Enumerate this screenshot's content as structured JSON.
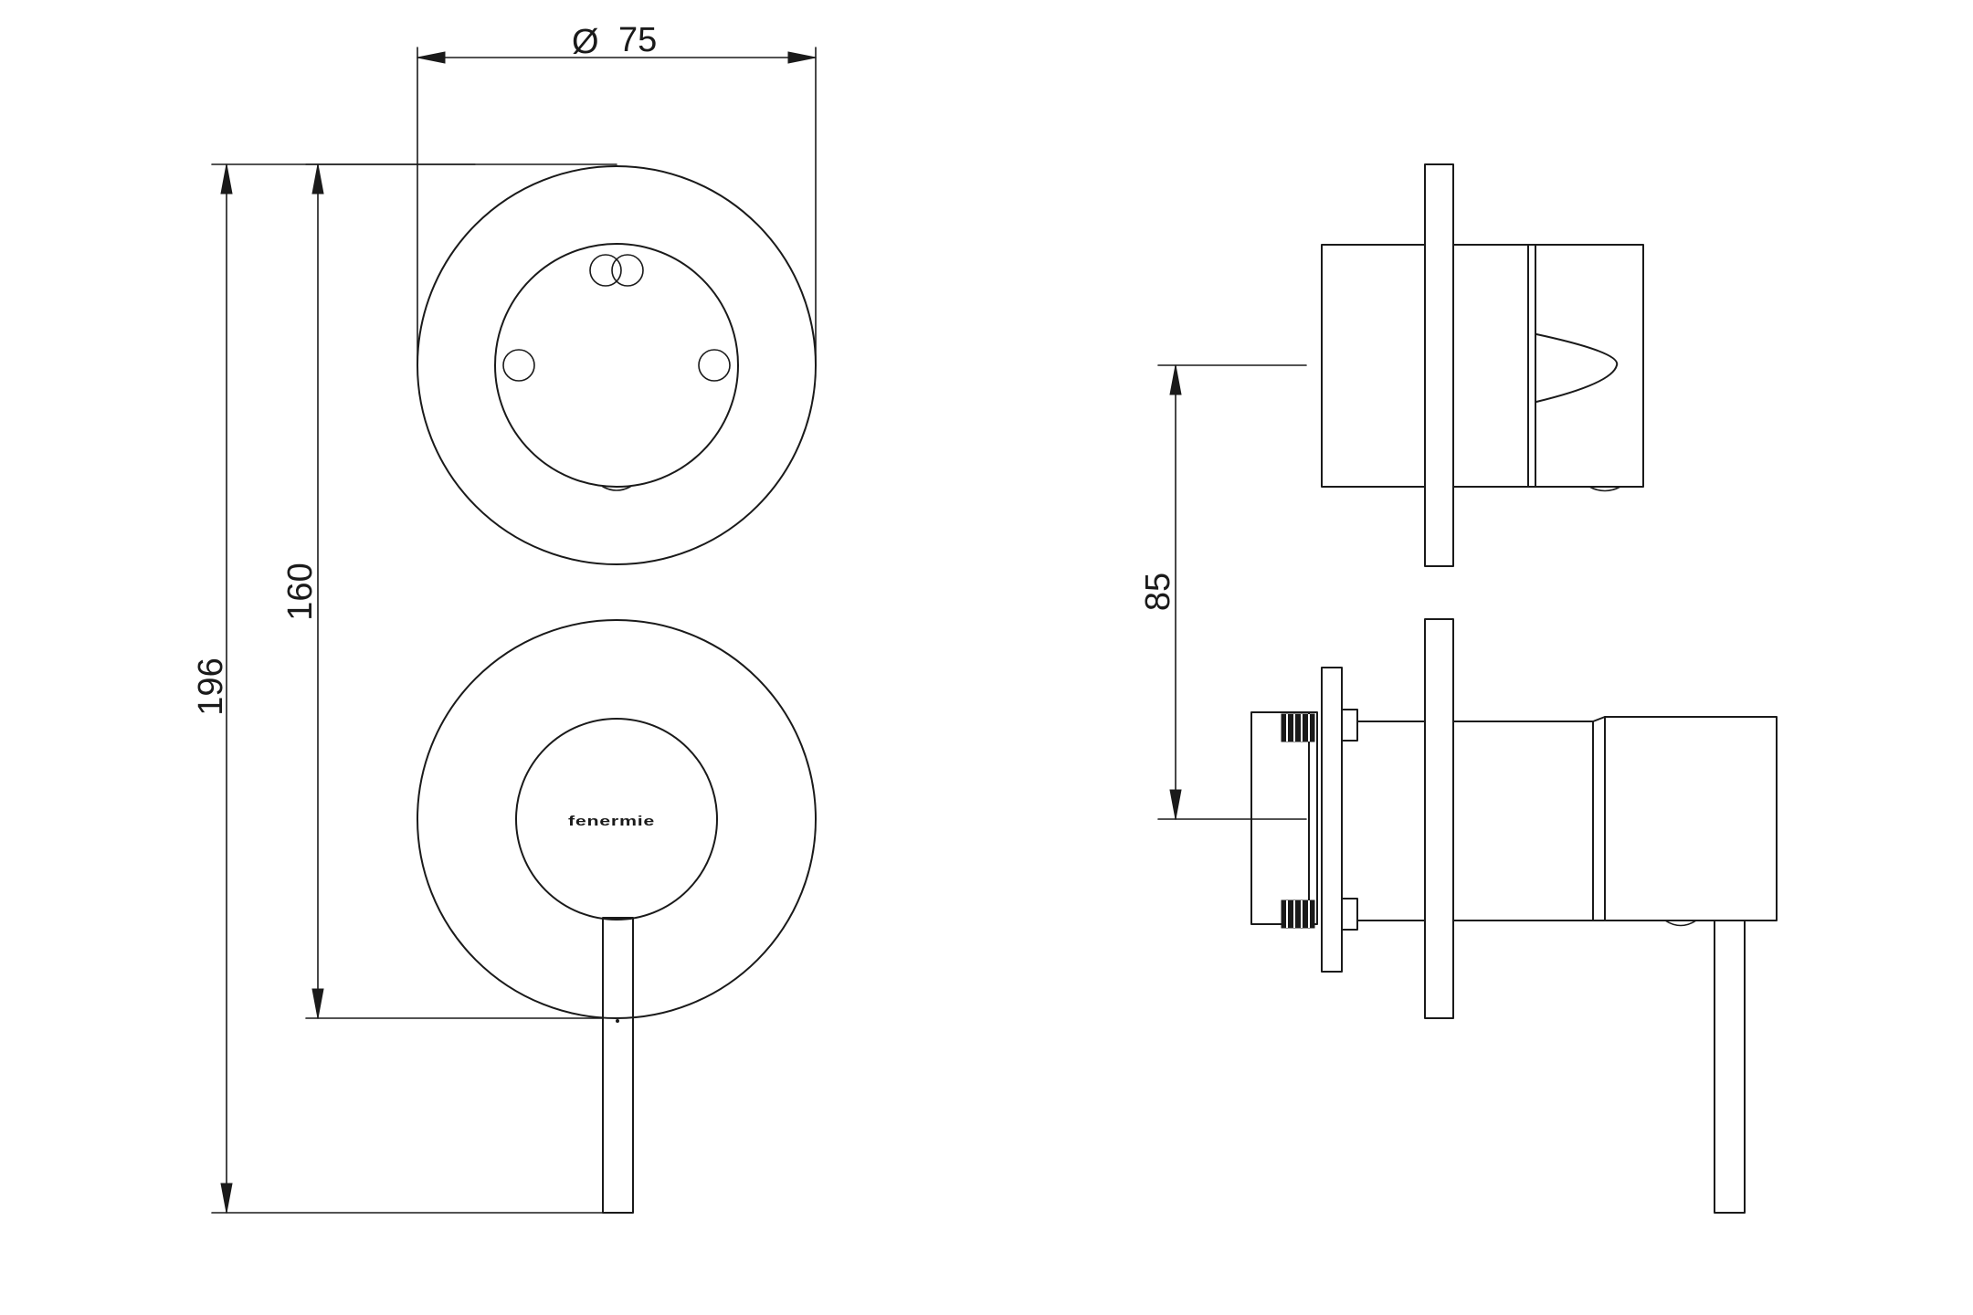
{
  "dimensions": {
    "diameter_symbol": "Ø",
    "diameter_value": "75",
    "overall_height": "196",
    "centers_height": "160",
    "depth_offset": "85"
  },
  "brand_mark": "fenermie",
  "colors": {
    "line": "#1a1a1a",
    "background": "#ffffff"
  }
}
